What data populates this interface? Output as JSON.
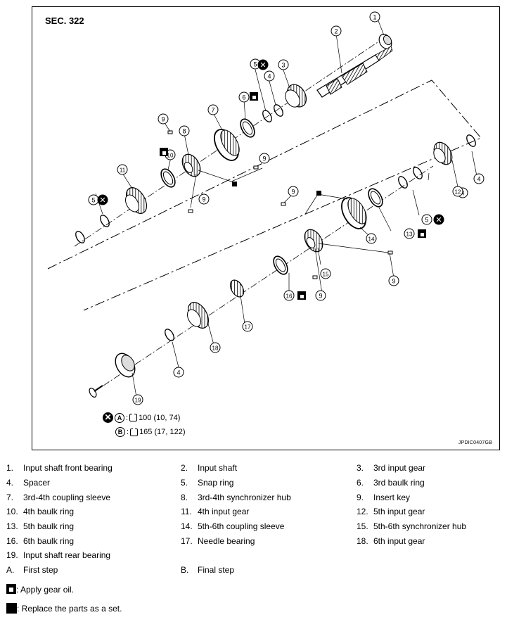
{
  "section": "SEC. 322",
  "figure_code": "JPDIC0407GB",
  "callouts": [
    "1",
    "2",
    "3",
    "4",
    "4",
    "4",
    "4",
    "5",
    "5",
    "5",
    "6",
    "7",
    "8",
    "9",
    "9",
    "9",
    "9",
    "9",
    "9",
    "10",
    "11",
    "12",
    "13",
    "14",
    "15",
    "16",
    "17",
    "18",
    "19"
  ],
  "symbols": {
    "x": "✕",
    "a": "A",
    "b": "B"
  },
  "torque": {
    "a_value": "100 (10, 74)",
    "b_value": "165 (17, 122)",
    "sep": ":"
  },
  "parts": [
    {
      "num": "1.",
      "name": "Input shaft front bearing"
    },
    {
      "num": "2.",
      "name": "Input shaft"
    },
    {
      "num": "3.",
      "name": "3rd input gear"
    },
    {
      "num": "4.",
      "name": "Spacer"
    },
    {
      "num": "5.",
      "name": "Snap ring"
    },
    {
      "num": "6.",
      "name": "3rd baulk ring"
    },
    {
      "num": "7.",
      "name": "3rd-4th coupling sleeve"
    },
    {
      "num": "8.",
      "name": "3rd-4th synchronizer hub"
    },
    {
      "num": "9.",
      "name": "Insert key"
    },
    {
      "num": "10.",
      "name": "4th baulk ring"
    },
    {
      "num": "11.",
      "name": "4th input gear"
    },
    {
      "num": "12.",
      "name": "5th input gear"
    },
    {
      "num": "13.",
      "name": "5th baulk ring"
    },
    {
      "num": "14.",
      "name": "5th-6th coupling sleeve"
    },
    {
      "num": "15.",
      "name": "5th-6th synchronizer hub"
    },
    {
      "num": "16.",
      "name": "6th baulk ring"
    },
    {
      "num": "17.",
      "name": "Needle bearing"
    },
    {
      "num": "18.",
      "name": "6th input gear"
    },
    {
      "num": "19.",
      "name": "Input shaft rear bearing"
    },
    {
      "num": "A.",
      "name": "First step"
    },
    {
      "num": "B.",
      "name": "Final step"
    }
  ],
  "notes": {
    "oil": ": Apply gear oil.",
    "set": ": Replace the parts as a set."
  }
}
